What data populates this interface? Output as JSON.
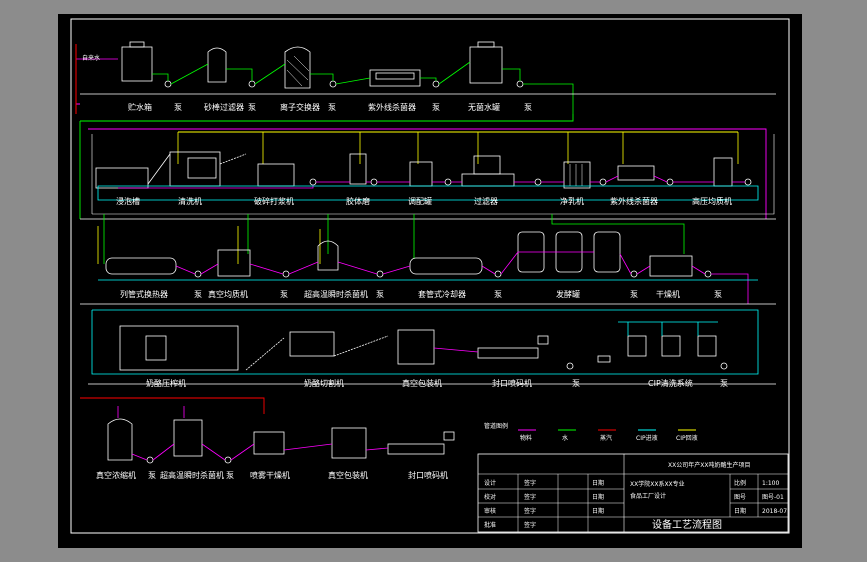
{
  "colors": {
    "background": "#000000",
    "border": "#ffffff",
    "equipment": "#ffffff",
    "material": "#ff00ff",
    "water": "#00ff00",
    "steam": "#ff0000",
    "cip_supply": "#00ffff",
    "cip_return": "#ffff00"
  },
  "labels": {
    "source_water": "自来水",
    "row1": [
      "贮水箱",
      "泵",
      "砂棒过滤器",
      "泵",
      "离子交换器",
      "泵",
      "紫外线杀菌器",
      "泵",
      "无菌水罐",
      "泵"
    ],
    "row2": [
      "浸泡槽",
      "清洗机",
      "破碎打浆机",
      "胶体磨",
      "调配罐",
      "过滤器",
      "净乳机",
      "紫外线杀菌器",
      "高压均质机"
    ],
    "row3": [
      "列管式换热器",
      "泵",
      "真空均质机",
      "泵",
      "超高温瞬时杀菌机",
      "泵",
      "套管式冷却器",
      "泵",
      "发酵罐",
      "泵",
      "干燥机",
      "泵"
    ],
    "row4": [
      "奶酪压榨机",
      "奶酪切割机",
      "真空包装机",
      "封口喷码机",
      "泵",
      "CIP清洗系统",
      "泵"
    ],
    "row5": [
      "真空浓缩机",
      "泵",
      "超高温瞬时杀菌机",
      "泵",
      "喷雾干燥机",
      "真空包装机",
      "封口喷码机"
    ]
  },
  "legend": {
    "title": "管道图例",
    "items": [
      "物料",
      "水",
      "蒸汽",
      "CIP进液",
      "CIP回液"
    ]
  },
  "title_block": {
    "project": "XX公司年产XX吨奶酪生产项目",
    "school_line1": "XX学院XX系XX专业",
    "school_line2": "食品工厂设计",
    "drawing_title": "设备工艺流程图",
    "field_scale": "比例",
    "scale_value": "1:100",
    "field_sheet": "图号",
    "sheet_value": "图号-01",
    "field_date": "日期",
    "date_value": "2018-07",
    "roles": [
      "设计",
      "校对",
      "审核",
      "批准"
    ],
    "role_tag": "签字",
    "date_tag": "日期"
  }
}
